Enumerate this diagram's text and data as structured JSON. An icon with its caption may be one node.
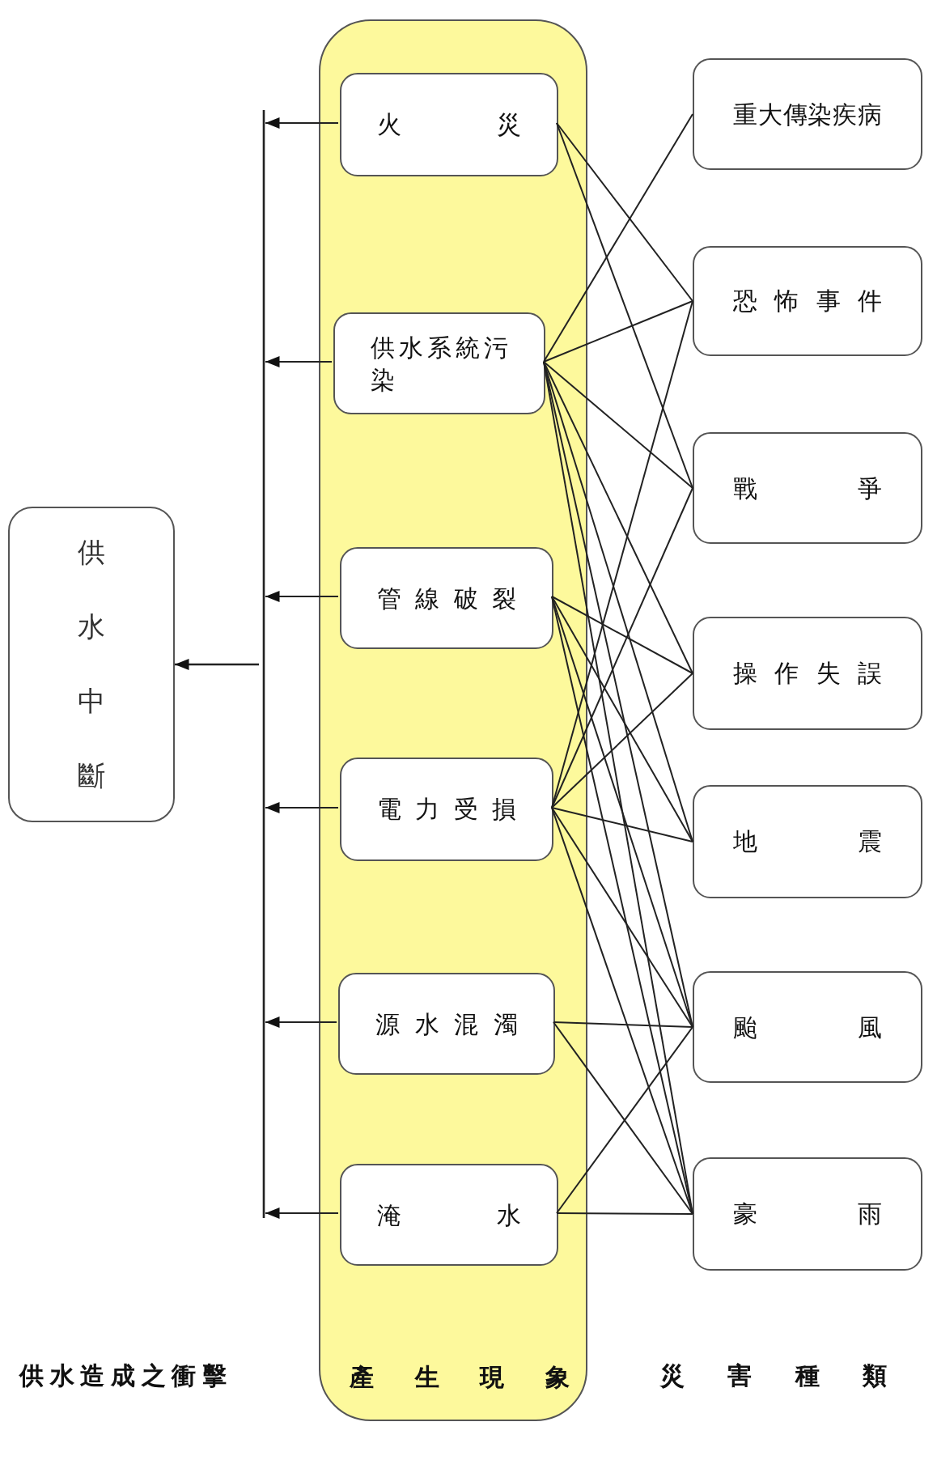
{
  "diagram": {
    "nodes": [
      {
        "text": [
          "供水中斷"
        ]
      },
      {
        "text": [
          "產生現象"
        ]
      },
      {
        "text": [
          "火災"
        ],
        "in": 1
      },
      {
        "text": [
          "供水系統污染"
        ],
        "in": 1
      },
      {
        "text": [
          "管線破裂"
        ],
        "in": 1
      },
      {
        "text": [
          "電力受損"
        ],
        "in": 1
      },
      {
        "text": [
          "源水混濁"
        ],
        "in": 1
      },
      {
        "text": [
          "淹水"
        ],
        "in": 1
      },
      {
        "text": [
          "重大傳染疾病"
        ]
      },
      {
        "text": [
          "恐怖事件"
        ]
      },
      {
        "text": [
          "戰爭"
        ]
      },
      {
        "text": [
          "操作失誤"
        ]
      },
      {
        "text": [
          "地震"
        ]
      },
      {
        "text": [
          "颱風"
        ]
      },
      {
        "text": [
          "豪雨"
        ]
      }
    ],
    "edges": [
      {
        "from": 2,
        "to": 0,
        "arrow": "to"
      },
      {
        "from": 3,
        "to": 0,
        "arrow": "to"
      },
      {
        "from": 4,
        "to": 0,
        "arrow": "to"
      },
      {
        "from": 5,
        "to": 0,
        "arrow": "to"
      },
      {
        "from": 6,
        "to": 0,
        "arrow": "to"
      },
      {
        "from": 7,
        "to": 0,
        "arrow": "to"
      },
      {
        "from": 8,
        "to": 3,
        "arrow": "none"
      },
      {
        "from": 9,
        "to": 2,
        "arrow": "none"
      },
      {
        "from": 9,
        "to": 3,
        "arrow": "none"
      },
      {
        "from": 9,
        "to": 5,
        "arrow": "none"
      },
      {
        "from": 10,
        "to": 2,
        "arrow": "none"
      },
      {
        "from": 10,
        "to": 3,
        "arrow": "none"
      },
      {
        "from": 10,
        "to": 5,
        "arrow": "none"
      },
      {
        "from": 11,
        "to": 3,
        "arrow": "none"
      },
      {
        "from": 11,
        "to": 4,
        "arrow": "none"
      },
      {
        "from": 11,
        "to": 5,
        "arrow": "none"
      },
      {
        "from": 12,
        "to": 3,
        "arrow": "none"
      },
      {
        "from": 12,
        "to": 4,
        "arrow": "none"
      },
      {
        "from": 12,
        "to": 5,
        "arrow": "none"
      },
      {
        "from": 13,
        "to": 3,
        "arrow": "none"
      },
      {
        "from": 13,
        "to": 4,
        "arrow": "none"
      },
      {
        "from": 13,
        "to": 5,
        "arrow": "none"
      },
      {
        "from": 13,
        "to": 6,
        "arrow": "none"
      },
      {
        "from": 13,
        "to": 7,
        "arrow": "none"
      },
      {
        "from": 14,
        "to": 3,
        "arrow": "none"
      },
      {
        "from": 14,
        "to": 4,
        "arrow": "none"
      },
      {
        "from": 14,
        "to": 5,
        "arrow": "none"
      },
      {
        "from": 14,
        "to": 6,
        "arrow": "none"
      },
      {
        "from": 14,
        "to": 7,
        "arrow": "none"
      }
    ],
    "labels": [
      "供水造成之衝擊",
      "災害種類"
    ]
  }
}
